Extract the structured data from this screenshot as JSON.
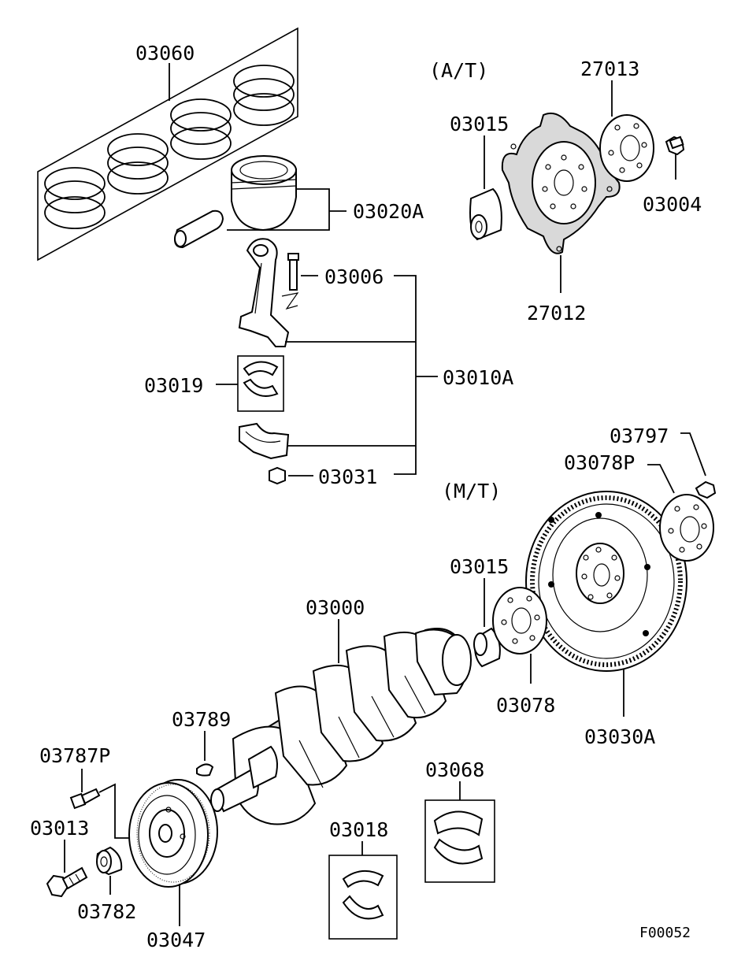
{
  "labels": {
    "p03060": "03060",
    "p03020A": "03020A",
    "p03006": "03006",
    "p03010A": "03010A",
    "p03019": "03019",
    "p03031": "03031",
    "at": "(A/T)",
    "p27013": "27013",
    "p03015_at": "03015",
    "p03004": "03004",
    "p27012": "27012",
    "p03797": "03797",
    "p03078P": "03078P",
    "mt": "(M/T)",
    "p03015_mt": "03015",
    "p03000": "03000",
    "p03078": "03078",
    "p03030A": "03030A",
    "p03789": "03789",
    "p03787P": "03787P",
    "p03013": "03013",
    "p03782": "03782",
    "p03047": "03047",
    "p03018": "03018",
    "p03068": "03068",
    "figure_code": "F00052"
  },
  "icons": [
    "piston-ring-set-icon",
    "piston-icon",
    "connecting-rod-icon",
    "bearing-shell-icon",
    "rod-cap-icon",
    "nut-icon",
    "bolt-icon",
    "drive-plate-icon",
    "flywheel-icon",
    "crankshaft-icon",
    "damper-pulley-icon",
    "washer-icon",
    "key-icon",
    "bushing-icon"
  ]
}
